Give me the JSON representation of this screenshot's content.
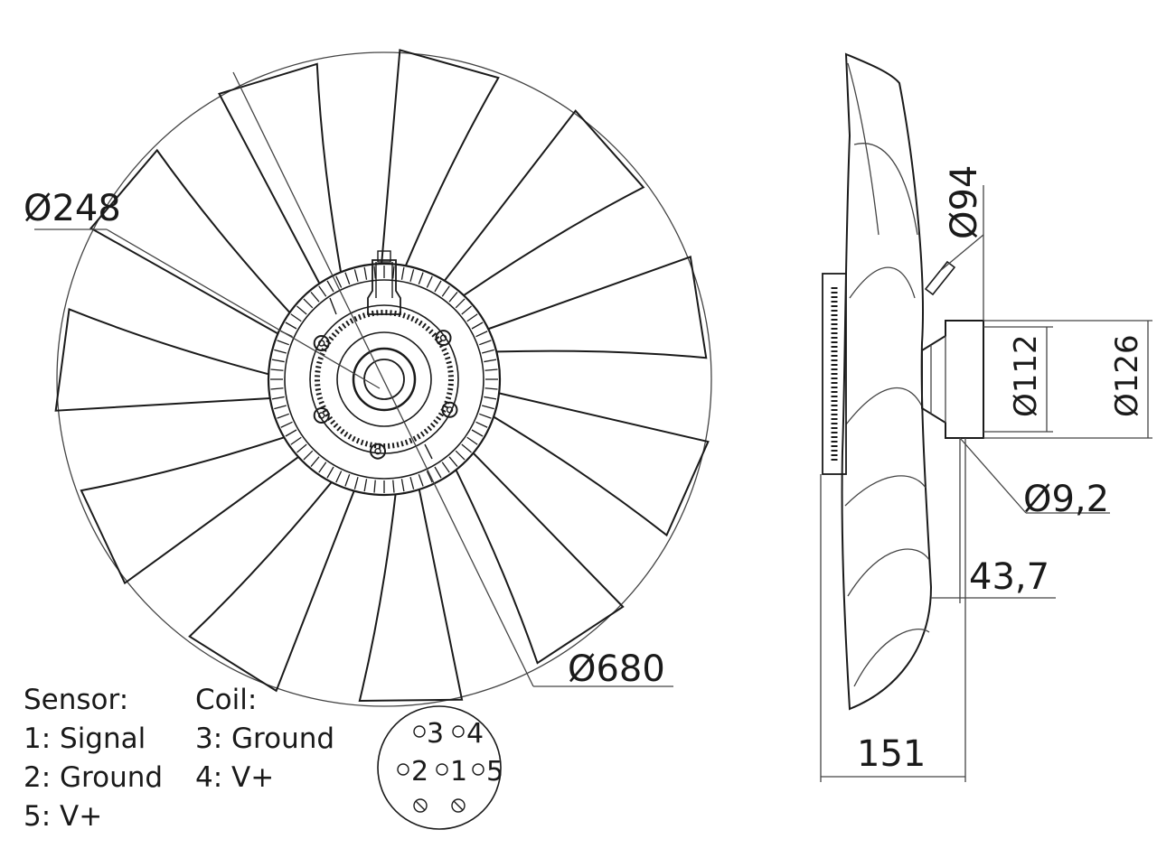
{
  "dimensions": {
    "hub_diameter": "Ø248",
    "fan_diameter": "Ø680",
    "shaft_diameter": "Ø94",
    "flange_inner_diameter": "Ø112",
    "flange_outer_diameter": "Ø126",
    "bolt_hole_diameter": "Ø9,2",
    "offset": "43,7",
    "overall_depth": "151"
  },
  "legend": {
    "sensor": {
      "title": "Sensor:",
      "items": [
        "1: Signal",
        "2: Ground",
        "5: V+"
      ]
    },
    "coil": {
      "title": "Coil:",
      "items": [
        "3: Ground",
        "4: V+"
      ]
    }
  },
  "connector": {
    "pins": [
      "3",
      "4",
      "2",
      "1",
      "5"
    ]
  },
  "colors": {
    "line": "#1a1a1a",
    "background": "#ffffff"
  }
}
